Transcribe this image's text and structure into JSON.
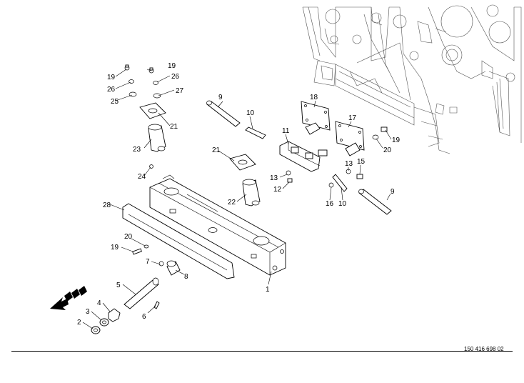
{
  "drawing": {
    "doc_number": "150 416 698 02",
    "callouts": [
      {
        "id": "c-19a",
        "text": "19"
      },
      {
        "id": "c-19b",
        "text": "19"
      },
      {
        "id": "c-26a",
        "text": "26"
      },
      {
        "id": "c-26b",
        "text": "26"
      },
      {
        "id": "c-25",
        "text": "25"
      },
      {
        "id": "c-27",
        "text": "27"
      },
      {
        "id": "c-21a",
        "text": "21"
      },
      {
        "id": "c-23",
        "text": "23"
      },
      {
        "id": "c-24",
        "text": "24"
      },
      {
        "id": "c-9a",
        "text": "9"
      },
      {
        "id": "c-10a",
        "text": "10"
      },
      {
        "id": "c-21b",
        "text": "21"
      },
      {
        "id": "c-22",
        "text": "22"
      },
      {
        "id": "c-11",
        "text": "11"
      },
      {
        "id": "c-13a",
        "text": "13"
      },
      {
        "id": "c-12",
        "text": "12"
      },
      {
        "id": "c-18",
        "text": "18"
      },
      {
        "id": "c-17",
        "text": "17"
      },
      {
        "id": "c-19c",
        "text": "19"
      },
      {
        "id": "c-20a",
        "text": "20"
      },
      {
        "id": "c-13b",
        "text": "13"
      },
      {
        "id": "c-15",
        "text": "15"
      },
      {
        "id": "c-16",
        "text": "16"
      },
      {
        "id": "c-10b",
        "text": "10"
      },
      {
        "id": "c-9b",
        "text": "9"
      },
      {
        "id": "c-28",
        "text": "28"
      },
      {
        "id": "c-20b",
        "text": "20"
      },
      {
        "id": "c-19d",
        "text": "19"
      },
      {
        "id": "c-7",
        "text": "7"
      },
      {
        "id": "c-8",
        "text": "8"
      },
      {
        "id": "c-5",
        "text": "5"
      },
      {
        "id": "c-4",
        "text": "4"
      },
      {
        "id": "c-3",
        "text": "3"
      },
      {
        "id": "c-2",
        "text": "2"
      },
      {
        "id": "c-6",
        "text": "6"
      },
      {
        "id": "c-1",
        "text": "1"
      }
    ]
  }
}
